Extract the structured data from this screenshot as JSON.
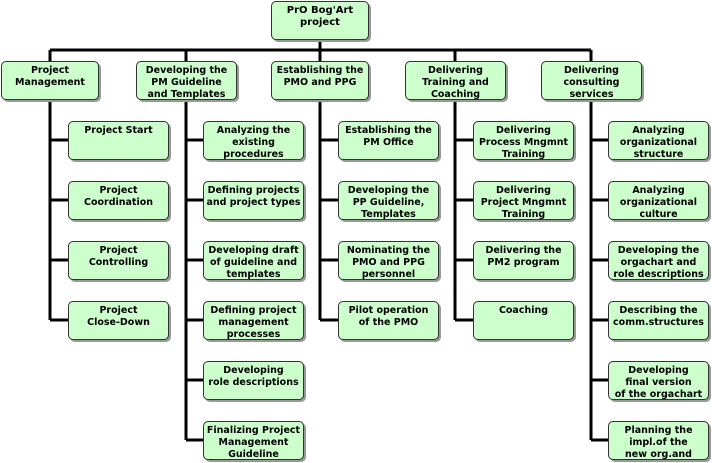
{
  "colors": {
    "box_fill": "#ccffcc",
    "box_border": "#333333",
    "connector": "#000000"
  },
  "root": {
    "label": "PrO Bog'Art\nproject"
  },
  "columns": [
    {
      "label": "Project\nManagement",
      "tasks": [
        "Project Start",
        "Project\nCoordination",
        "Project\nControlling",
        "Project\nClose-Down"
      ]
    },
    {
      "label": "Developing the\nPM Guideline\nand Templates",
      "tasks": [
        "Analyzing the\nexisting\nprocedures",
        "Defining projects\nand project types",
        "Developing draft\nof guideline and\ntemplates",
        "Defining project\nmanagement\nprocesses",
        "Developing\nrole descriptions",
        "Finalizing Project\nManagement\nGuideline"
      ]
    },
    {
      "label": "Establishing the\nPMO and PPG",
      "tasks": [
        "Establishing the\nPM Office",
        "Developing the\nPP Guideline,\nTemplates",
        "Nominating the\nPMO and PPG\npersonnel",
        "Pilot operation\nof the PMO"
      ]
    },
    {
      "label": "Delivering\nTraining and\nCoaching",
      "tasks": [
        "Delivering\nProcess Mngmnt\nTraining",
        "Delivering\nProject Mngmnt\nTraining",
        "Delivering the\nPM2 program",
        "Coaching"
      ]
    },
    {
      "label": "Delivering\nconsulting\nservices",
      "tasks": [
        "Analyzing\norganizational\nstructure",
        "Analyzing\norganizational\nculture",
        "Developing the\norgachart and\nrole descriptions",
        "Describing the\ncomm.structures",
        "Developing\nfinal version\nof the orgachart",
        "Planning the\nimpl.of the\nnew org.and"
      ]
    }
  ]
}
